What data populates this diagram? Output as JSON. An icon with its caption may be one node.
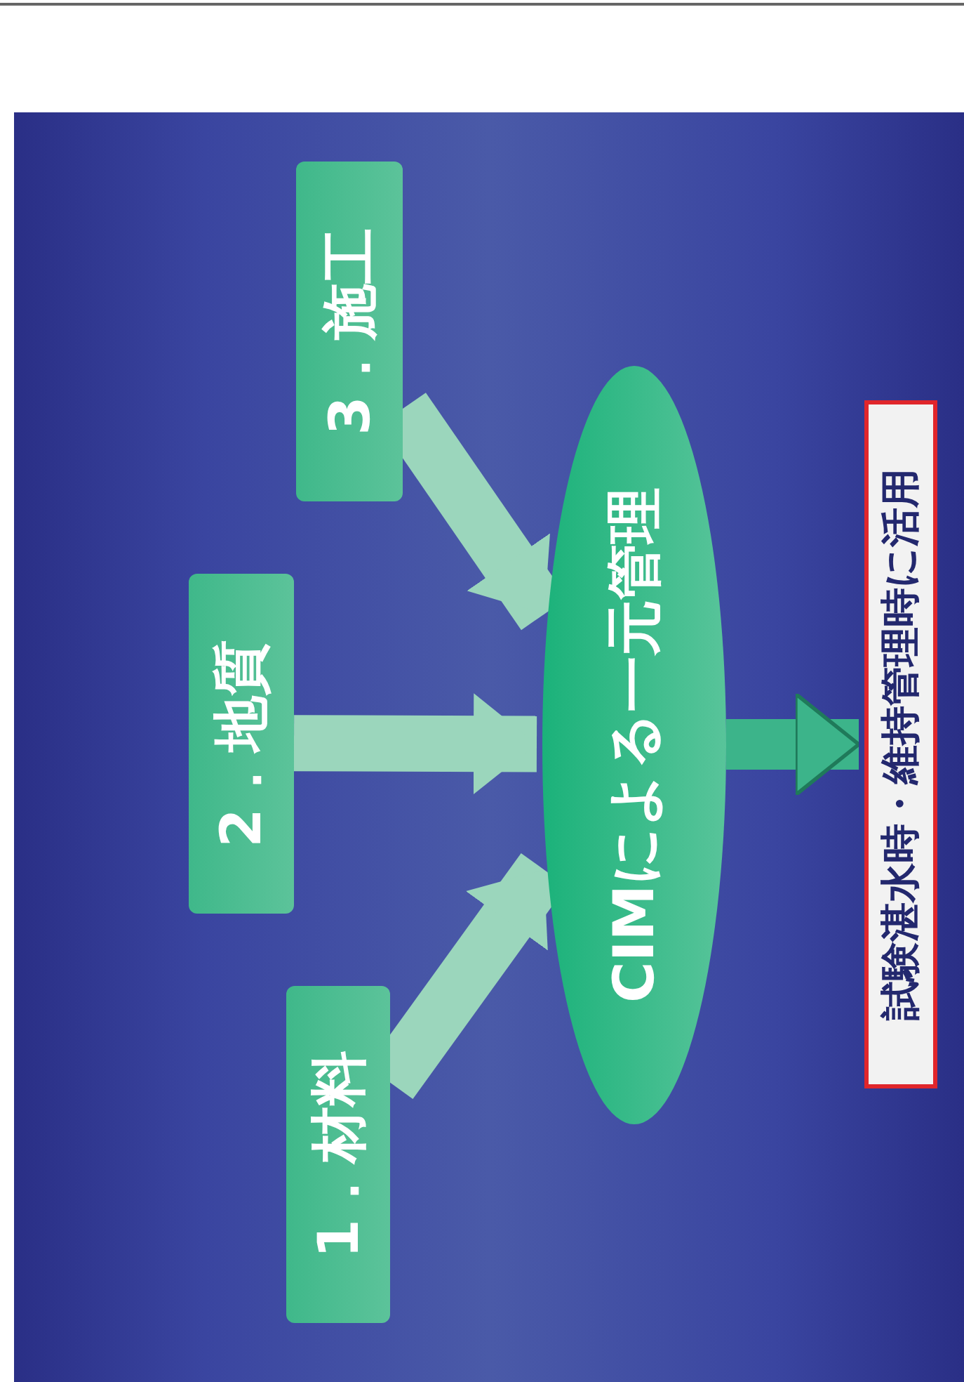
{
  "diagram": {
    "nodes": [
      {
        "text": [
          "1．材料"
        ]
      },
      {
        "text": [
          "2．地質"
        ]
      },
      {
        "text": [
          "3．施工"
        ]
      },
      {
        "text": [
          "CIMによる一元管理"
        ]
      },
      {
        "text": [
          "試験湛水時・維持管理時に活用"
        ]
      }
    ],
    "edges": [
      {
        "from": 0,
        "to": 3,
        "arrow": "to"
      },
      {
        "from": 1,
        "to": 3,
        "arrow": "to"
      },
      {
        "from": 2,
        "to": 3,
        "arrow": "to"
      },
      {
        "from": 3,
        "to": 4,
        "arrow": "to",
        "color": "#3cb48a"
      }
    ]
  }
}
